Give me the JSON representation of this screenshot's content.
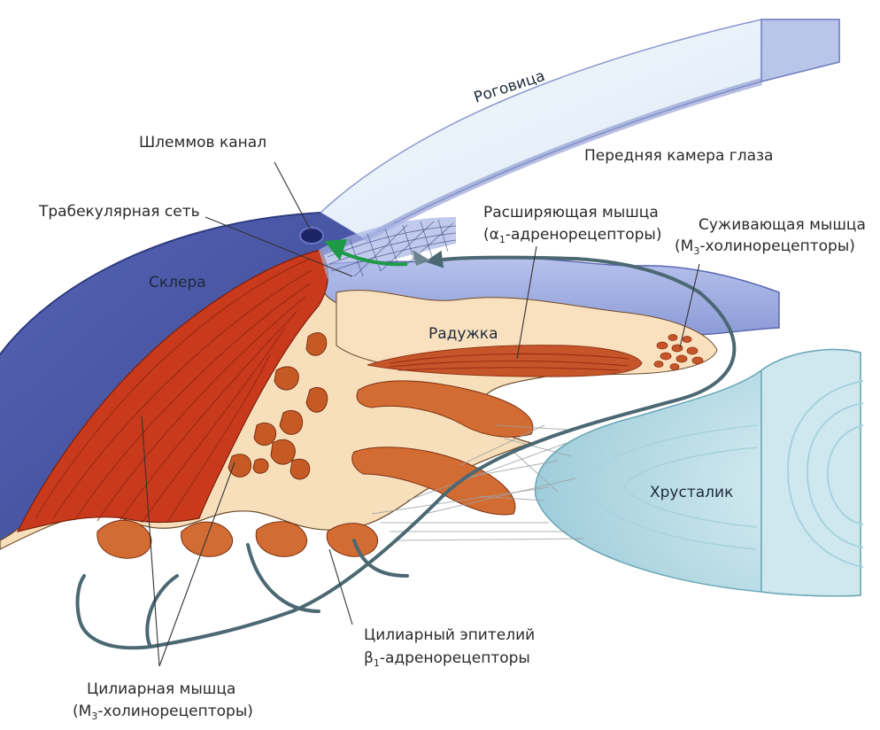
{
  "labels": {
    "cornea": "Роговица",
    "schlemm_canal": "Шлеммов канал",
    "anterior_chamber": "Передняя камера глаза",
    "trabecular_meshwork": "Трабекулярная сеть",
    "dilator_line1": "Расширяющая мышца",
    "dilator_line2_pre": "(α",
    "dilator_line2_sub": "1",
    "dilator_line2_post": "-адренорецепторы)",
    "sphincter_line1": "Суживающая мышца",
    "sphincter_line2_pre": "(M",
    "sphincter_line2_sub": "3",
    "sphincter_line2_post": "-холинорецепторы)",
    "sclera": "Склера",
    "iris": "Радужка",
    "lens": "Хрусталик",
    "ciliary_epithelium_line1": "Цилиарный эпителий",
    "ciliary_epithelium_line2_pre": "β",
    "ciliary_epithelium_line2_sub": "1",
    "ciliary_epithelium_line2_post": "-адренорецепторы",
    "ciliary_muscle_line1": "Цилиарная мышца",
    "ciliary_muscle_line2_pre": "(M",
    "ciliary_muscle_line2_sub": "3",
    "ciliary_muscle_line2_post": "-холинорецепторы)"
  },
  "colors": {
    "sclera": "#4a58a8",
    "cornea_surface": "#eaf3fb",
    "cornea_edge": "#aeb9e0",
    "ciliary_muscle": "#c93a1c",
    "tissue": "#fae0bc",
    "process": "#d26c32",
    "lens": "#bde0ea",
    "flow_arrow": "#4b6873",
    "outflow_arrow": "#1e9a46"
  }
}
